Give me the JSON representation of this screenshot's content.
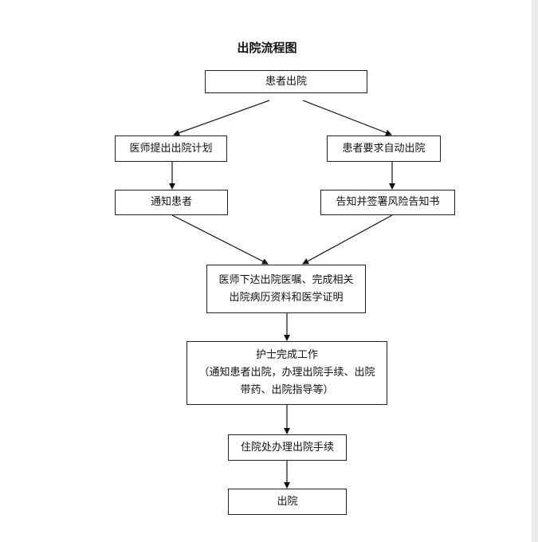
{
  "title": "出院流程图",
  "nodes": {
    "start": "患者出院",
    "plan": "医师提出出院计划",
    "request": "患者要求自动出院",
    "notify": "通知患者",
    "risk": "告知并签署风险告知书",
    "orders": [
      "医师下达出院医嘱、完成相关",
      "出院病历资料和医学证明"
    ],
    "nurse": [
      "护士完成工作",
      "（通知患者出院，办理出院手续、出院",
      "带药、出院指导等）"
    ],
    "checkout": "住院处办理出院手续",
    "end": "出院"
  },
  "colors": {
    "stroke": "#111111",
    "background": "#ffffff"
  }
}
